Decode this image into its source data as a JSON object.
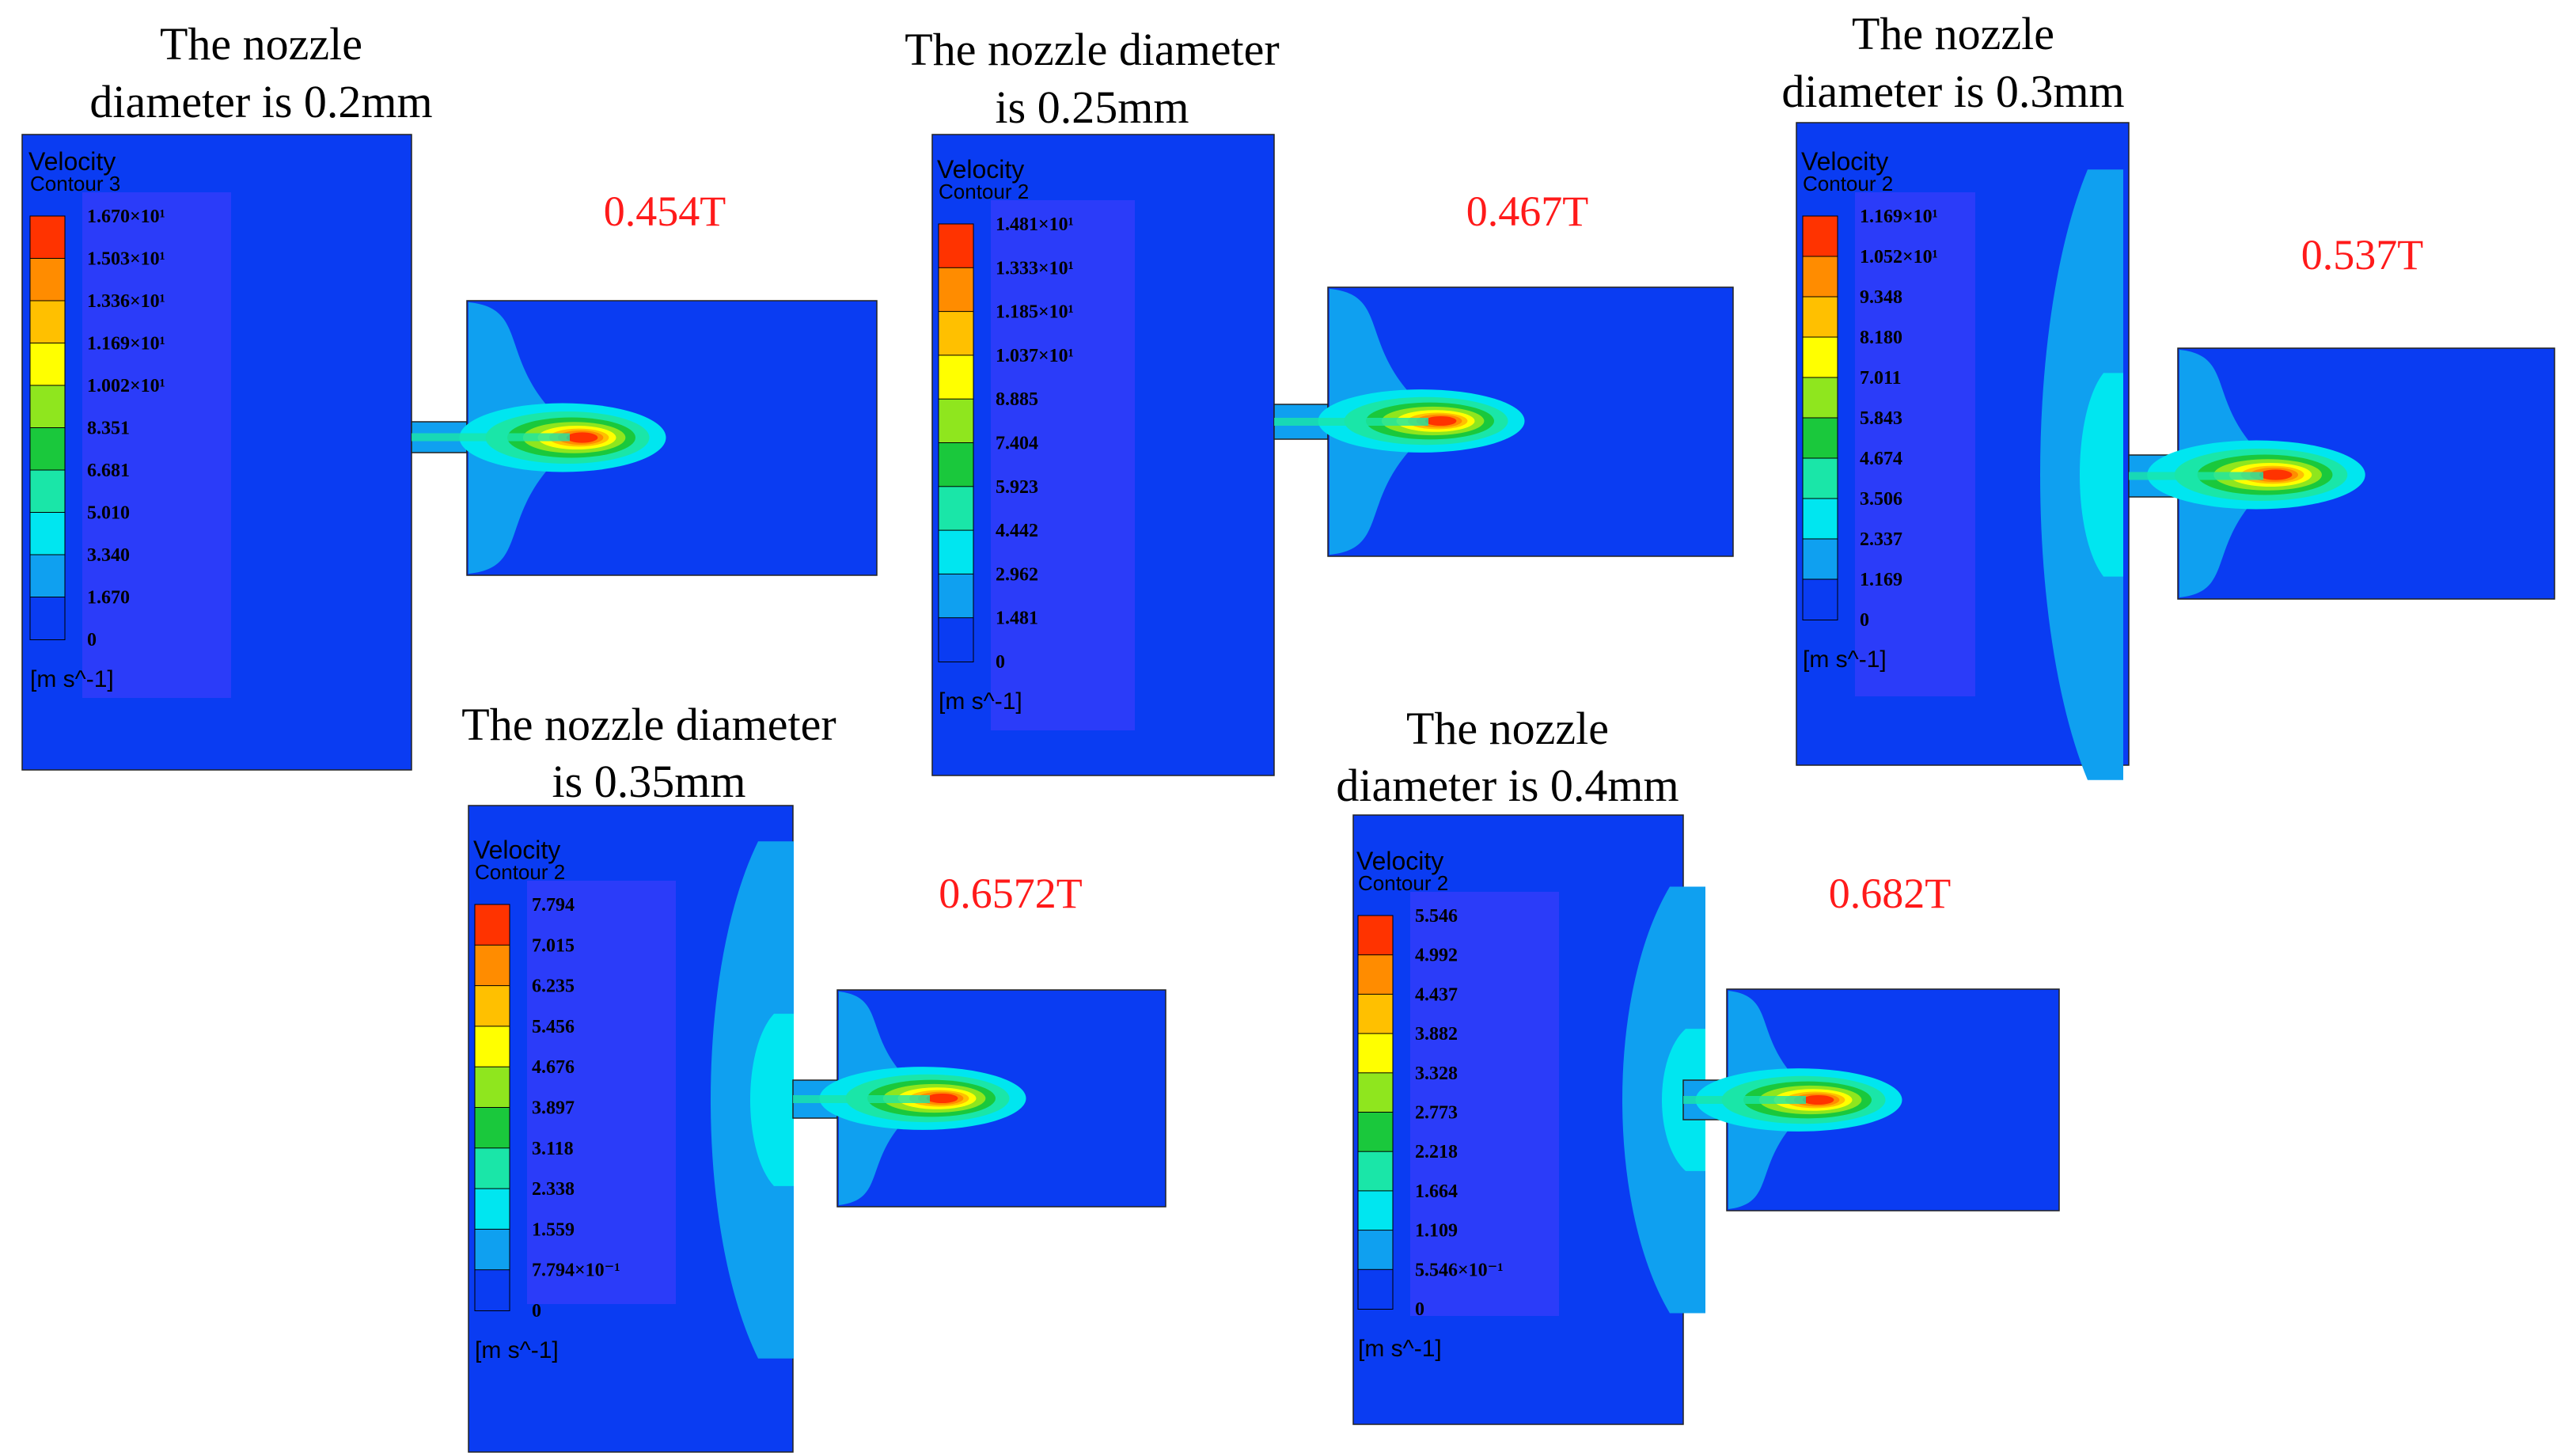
{
  "colors": {
    "background": "#0a3cf2",
    "legend_panel": "#2b3cf9",
    "time_label": "#ff1a1a",
    "scale": [
      "#0a3cf2",
      "#0fa0f0",
      "#00e6f0",
      "#1ae6a8",
      "#1ac83c",
      "#8fe61e",
      "#ffff00",
      "#ffc000",
      "#ff8c00",
      "#ff3300"
    ]
  },
  "legend_common": {
    "quantity": "Velocity",
    "unit": "[m s^-1]"
  },
  "panels": [
    {
      "title_lines": [
        "The nozzle",
        "diameter is 0.2mm"
      ],
      "time_label": "0.454T",
      "contour_name": "Contour 3",
      "ticks": [
        "1.670×10¹",
        "1.503×10¹",
        "1.336×10¹",
        "1.169×10¹",
        "1.002×10¹",
        "8.351",
        "6.681",
        "5.010",
        "3.340",
        "1.670",
        "0"
      ]
    },
    {
      "title_lines": [
        "The nozzle diameter",
        "is 0.25mm"
      ],
      "time_label": "0.467T",
      "contour_name": "Contour 2",
      "ticks": [
        "1.481×10¹",
        "1.333×10¹",
        "1.185×10¹",
        "1.037×10¹",
        "8.885",
        "7.404",
        "5.923",
        "4.442",
        "2.962",
        "1.481",
        "0"
      ]
    },
    {
      "title_lines": [
        "The nozzle",
        "diameter is 0.3mm"
      ],
      "time_label": "0.537T",
      "contour_name": "Contour 2",
      "ticks": [
        "1.169×10¹",
        "1.052×10¹",
        "9.348",
        "8.180",
        "7.011",
        "5.843",
        "4.674",
        "3.506",
        "2.337",
        "1.169",
        "0"
      ]
    },
    {
      "title_lines": [
        "The nozzle diameter",
        "is 0.35mm"
      ],
      "time_label": "0.6572T",
      "contour_name": "Contour 2",
      "ticks": [
        "7.794",
        "7.015",
        "6.235",
        "5.456",
        "4.676",
        "3.897",
        "3.118",
        "2.338",
        "1.559",
        "7.794×10⁻¹",
        "0"
      ]
    },
    {
      "title_lines": [
        "The nozzle",
        "diameter is 0.4mm"
      ],
      "time_label": "0.682T",
      "contour_name": "Contour 2",
      "ticks": [
        "5.546",
        "4.992",
        "4.437",
        "3.882",
        "3.328",
        "2.773",
        "2.218",
        "1.664",
        "1.109",
        "5.546×10⁻¹",
        "0"
      ]
    }
  ]
}
